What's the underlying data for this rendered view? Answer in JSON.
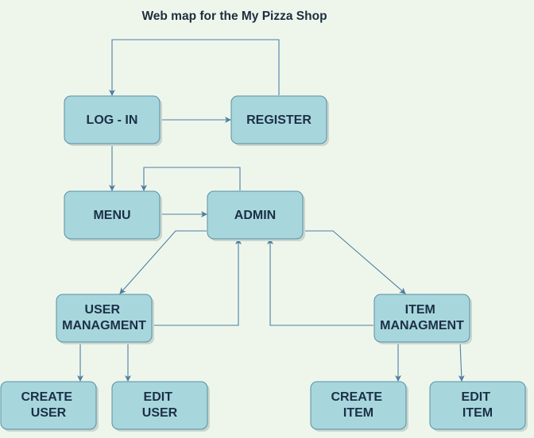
{
  "title": "Web map for the My Pizza Shop",
  "nodes": {
    "login": {
      "lines": [
        "LOG - IN"
      ]
    },
    "register": {
      "lines": [
        "REGISTER"
      ]
    },
    "menu": {
      "lines": [
        "MENU"
      ]
    },
    "admin": {
      "lines": [
        "ADMIN"
      ]
    },
    "user_managment": {
      "lines": [
        "USER",
        "MANAGMENT"
      ]
    },
    "item_managment": {
      "lines": [
        "ITEM",
        "MANAGMENT"
      ]
    },
    "create_user": {
      "lines": [
        "CREATE",
        "USER"
      ]
    },
    "edit_user": {
      "lines": [
        "EDIT",
        "USER"
      ]
    },
    "create_item": {
      "lines": [
        "CREATE",
        "ITEM"
      ]
    },
    "edit_item": {
      "lines": [
        "EDIT",
        "ITEM"
      ]
    }
  },
  "edges": [
    {
      "from": "register",
      "to": "login"
    },
    {
      "from": "login",
      "to": "register"
    },
    {
      "from": "login",
      "to": "menu"
    },
    {
      "from": "menu",
      "to": "admin"
    },
    {
      "from": "admin",
      "to": "menu"
    },
    {
      "from": "admin",
      "to": "user_managment"
    },
    {
      "from": "admin",
      "to": "item_managment"
    },
    {
      "from": "user_managment",
      "to": "admin"
    },
    {
      "from": "item_managment",
      "to": "admin"
    },
    {
      "from": "user_managment",
      "to": "create_user"
    },
    {
      "from": "user_managment",
      "to": "edit_user"
    },
    {
      "from": "item_managment",
      "to": "create_item"
    },
    {
      "from": "item_managment",
      "to": "edit_item"
    }
  ],
  "colors": {
    "background": "#eef6ec",
    "node_fill": "#a7d7dc",
    "node_stroke": "#5a8fa5",
    "edge": "#4d7fa0",
    "text": "#1c2f48"
  }
}
